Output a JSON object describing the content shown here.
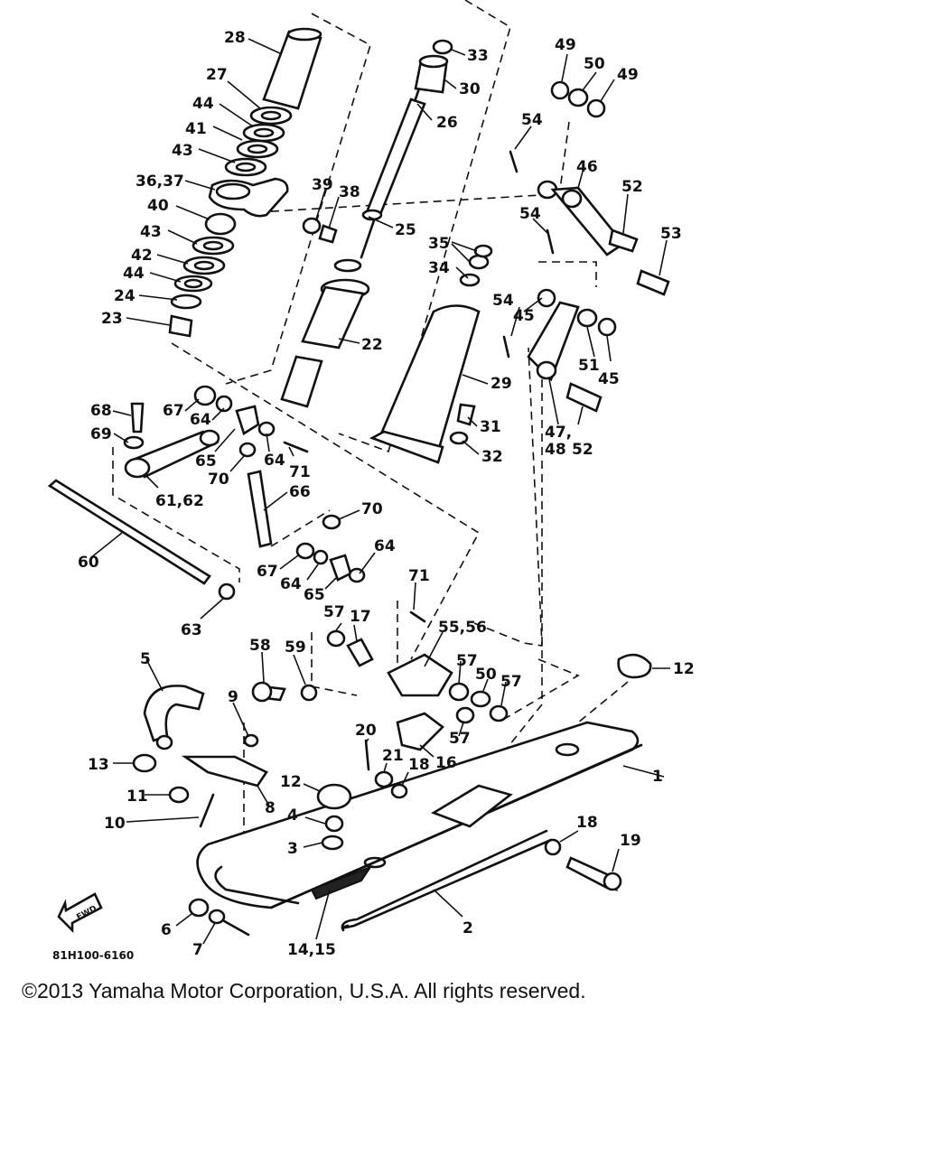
{
  "diagram": {
    "drawing_code": "81H100-6160",
    "forward_arrow_label": "FWD",
    "callouts": {
      "c1": "1",
      "c2": "2",
      "c3": "3",
      "c4": "4",
      "c5": "5",
      "c6": "6",
      "c7": "7",
      "c8": "8",
      "c9": "9",
      "c10": "10",
      "c11": "11",
      "c12a": "12",
      "c12b": "12",
      "c13": "13",
      "c14_15": "14,15",
      "c16": "16",
      "c17": "17",
      "c18a": "18",
      "c18b": "18",
      "c19": "19",
      "c20": "20",
      "c21": "21",
      "c22": "22",
      "c23": "23",
      "c24": "24",
      "c25": "25",
      "c26": "26",
      "c27": "27",
      "c28": "28",
      "c29": "29",
      "c30": "30",
      "c31": "31",
      "c32": "32",
      "c33": "33",
      "c34": "34",
      "c35": "35",
      "c36_37": "36,37",
      "c38": "38",
      "c39": "39",
      "c40": "40",
      "c41": "41",
      "c42": "42",
      "c43a": "43",
      "c43b": "43",
      "c44a": "44",
      "c44b": "44",
      "c45a": "45",
      "c45b": "45",
      "c46": "46",
      "c47": "47,",
      "c48": "48",
      "c49a": "49",
      "c49b": "49",
      "c50a": "50",
      "c50b": "50",
      "c51": "51",
      "c52a": "52",
      "c52b": "52",
      "c53": "53",
      "c54a": "54",
      "c54b": "54",
      "c54c": "54",
      "c55_56": "55,56",
      "c57a": "57",
      "c57b": "57",
      "c57c": "57",
      "c57d": "57",
      "c58": "58",
      "c59": "59",
      "c60": "60",
      "c61_62": "61,62",
      "c63": "63",
      "c64a": "64",
      "c64b": "64",
      "c64c": "64",
      "c64d": "64",
      "c65a": "65",
      "c65b": "65",
      "c66": "66",
      "c67a": "67",
      "c67b": "67",
      "c68": "68",
      "c69": "69",
      "c70a": "70",
      "c70b": "70",
      "c71a": "71",
      "c71b": "71"
    }
  },
  "footer": {
    "copyright": "©2013 Yamaha Motor Corporation, U.S.A. All rights reserved."
  }
}
